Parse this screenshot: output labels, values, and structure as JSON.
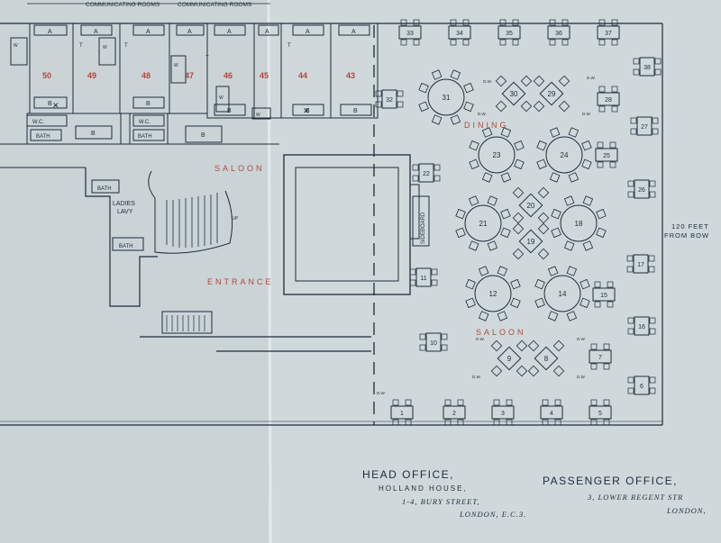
{
  "top_notes": [
    "COMMUNICATING ROOMS",
    "COMMUNICATING ROOMS"
  ],
  "cabins": [
    {
      "number": "50",
      "bed_label": "A"
    },
    {
      "number": "49",
      "bed_label": "A"
    },
    {
      "number": "48",
      "bed_label": "A"
    },
    {
      "number": "47",
      "bed_label": "A"
    },
    {
      "number": "46",
      "bed_label": "A"
    },
    {
      "number": "45",
      "bed_label": "A"
    },
    {
      "number": "44",
      "bed_label": "A"
    },
    {
      "number": "43",
      "bed_label": "A"
    }
  ],
  "fixture_labels": {
    "bath": "BATH",
    "wc": "W.C.",
    "b": "B",
    "t": "T",
    "w": "W",
    "dw": "D.W.",
    "up": "UP"
  },
  "room_labels": {
    "saloon_upper": "SALOON",
    "entrance": "ENTRANCE",
    "dining": "DINING",
    "saloon_lower": "SALOON",
    "ladies_lavy_line1": "LADIES",
    "ladies_lavy_line2": "LAVY",
    "sideboard": "SIDEBOARD"
  },
  "round_tables": [
    "31",
    "30",
    "29",
    "23",
    "24",
    "21",
    "20",
    "18",
    "19",
    "12",
    "14",
    "9",
    "8"
  ],
  "small_tables": [
    "33",
    "34",
    "35",
    "36",
    "37",
    "38",
    "28",
    "32",
    "27",
    "25",
    "26",
    "22",
    "11",
    "17",
    "15",
    "16",
    "10",
    "7",
    "6",
    "1",
    "2",
    "3",
    "4",
    "5"
  ],
  "distance_note": {
    "line1": "120 FEET",
    "line2": "FROM BOW"
  },
  "footer": {
    "head_office_title": "HEAD OFFICE,",
    "head_office_line1": "HOLLAND HOUSE,",
    "head_office_line2": "1-4, BURY STREET,",
    "head_office_line3": "LONDON, E.C.3.",
    "passenger_office_title": "PASSENGER OFFICE,",
    "passenger_office_line1": "3, LOWER REGENT STR",
    "passenger_office_line2": "LONDON,"
  }
}
